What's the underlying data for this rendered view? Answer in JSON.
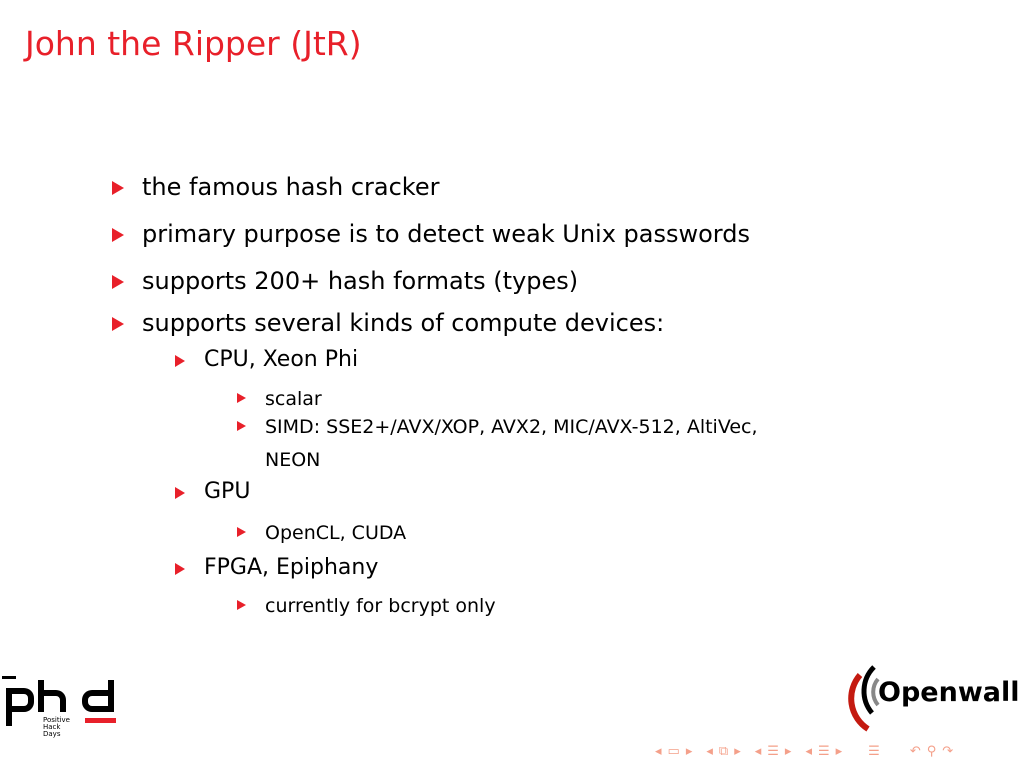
{
  "slide": {
    "title": "John the Ripper (JtR)",
    "bullets": [
      "the famous hash cracker",
      "primary purpose is to detect weak Unix passwords",
      "supports 200+ hash formats (types)",
      "supports several kinds of compute devices:"
    ],
    "devices": [
      {
        "label": "CPU, Xeon Phi",
        "sub": [
          "scalar",
          "SIMD: SSE2+/AVX/XOP, AVX2, MIC/AVX-512, AltiVec,",
          "NEON"
        ]
      },
      {
        "label": "GPU",
        "sub": [
          "OpenCL, CUDA"
        ]
      },
      {
        "label": "FPGA, Epiphany",
        "sub": [
          "currently for bcrypt only"
        ]
      }
    ]
  },
  "logos": {
    "left": "phd Positive Hack Days",
    "right": "Openwall"
  },
  "colors": {
    "accent": "#e8202a",
    "nav": "#f4a08a"
  }
}
